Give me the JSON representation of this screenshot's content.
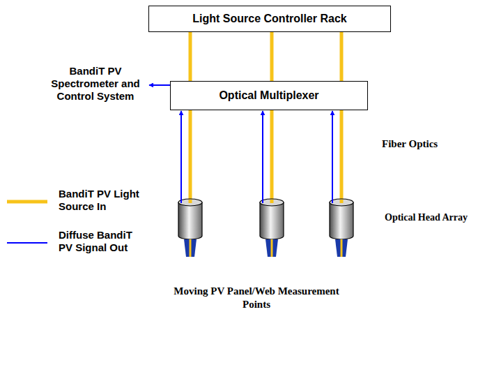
{
  "diagram": {
    "nodes": [
      {
        "text": [
          "Light Source Controller Rack"
        ]
      },
      {
        "text": [
          "Optical Multiplexer"
        ]
      },
      {
        "text": [
          "Moving PV Panel/Web Measurement Points"
        ]
      }
    ],
    "edges": [
      {
        "from": 0,
        "to": 1,
        "arrow": "none"
      },
      {
        "from": 0,
        "to": 1,
        "arrow": "none"
      },
      {
        "from": 0,
        "to": 1,
        "arrow": "none"
      }
    ],
    "labels": [
      "BandiT PV Spectrometer and Control System",
      "Fiber Optics",
      "Optical Head Array"
    ],
    "legend": [
      {
        "text": "BandiT PV Light Source In"
      },
      {
        "text": "Diffuse BandiT PV Signal Out"
      }
    ]
  }
}
